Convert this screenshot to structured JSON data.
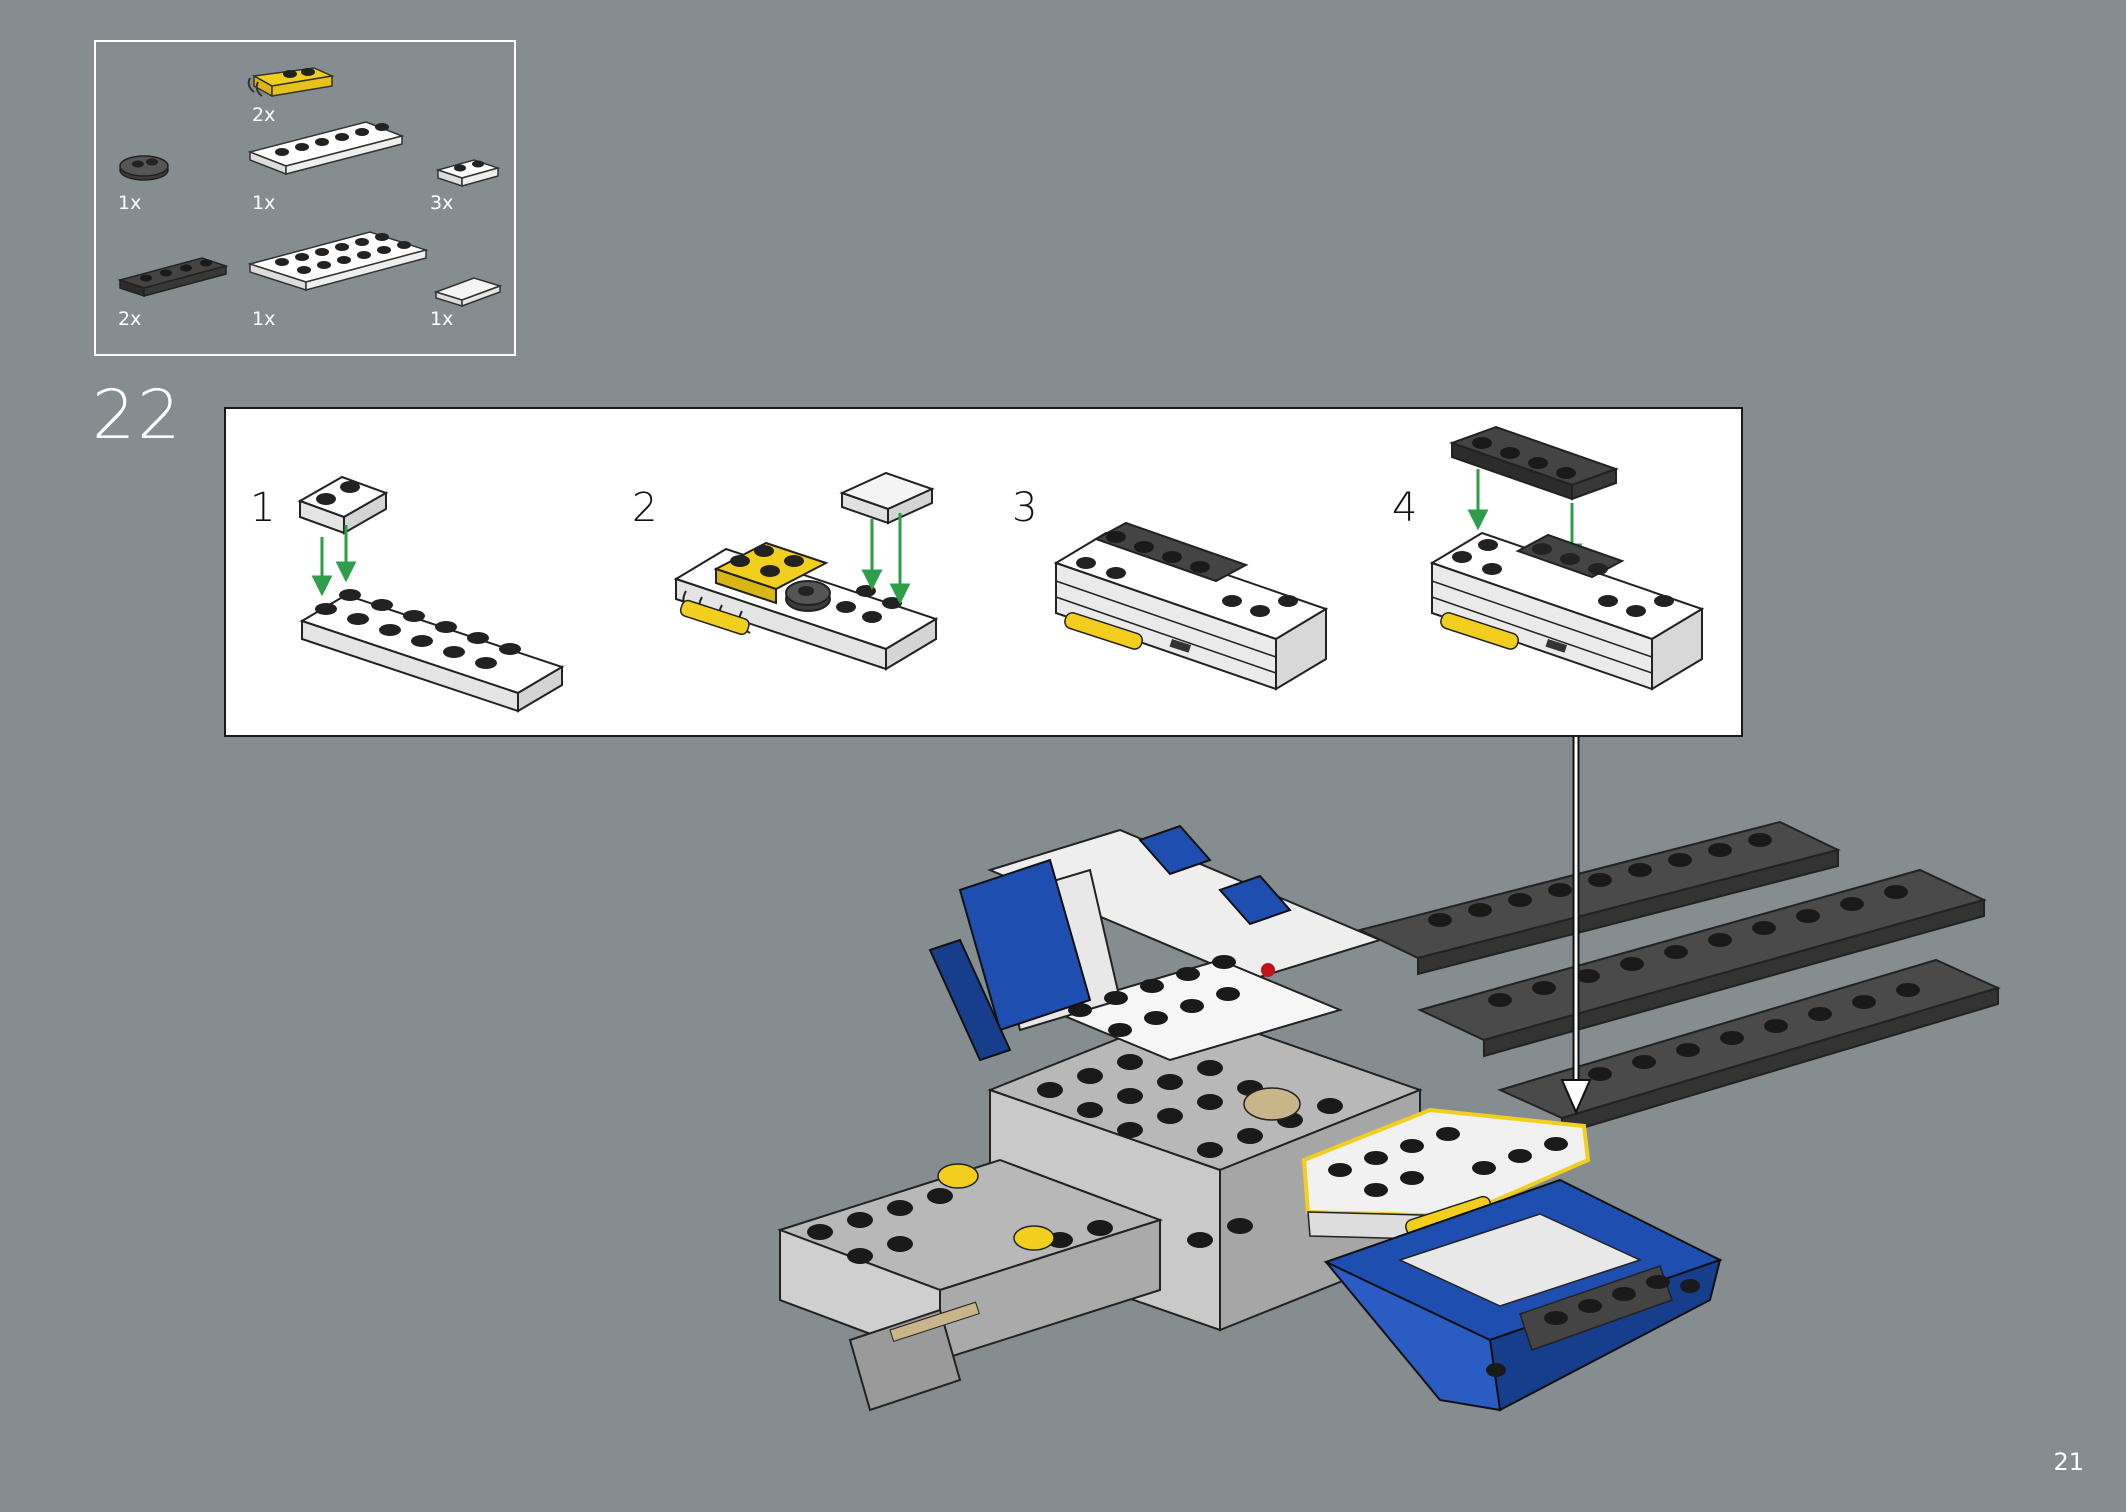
{
  "parts_list": {
    "items": [
      {
        "id": "yellow-clip-plate",
        "qty": "2x",
        "color": "#f2cf1f"
      },
      {
        "id": "dark-round-plate",
        "qty": "1x",
        "color": "#3a3a3a"
      },
      {
        "id": "white-plate-1x6",
        "qty": "1x",
        "color": "#ffffff"
      },
      {
        "id": "white-plate-1x2",
        "qty": "3x",
        "color": "#ffffff"
      },
      {
        "id": "dark-plate-1x4",
        "qty": "2x",
        "color": "#3a3a3a"
      },
      {
        "id": "white-plate-2x6",
        "qty": "1x",
        "color": "#ffffff"
      },
      {
        "id": "white-tile-1x2",
        "qty": "1x",
        "color": "#ffffff"
      }
    ]
  },
  "step": {
    "number": "22"
  },
  "substeps": [
    {
      "label": "1"
    },
    {
      "label": "2"
    },
    {
      "label": "3"
    },
    {
      "label": "4"
    }
  ],
  "colors": {
    "background": "#868d90",
    "arrow_green": "#2e9e4a",
    "highlight_yellow": "#f2cf1f",
    "blue": "#1e4fb0"
  },
  "page": {
    "number": "21"
  }
}
